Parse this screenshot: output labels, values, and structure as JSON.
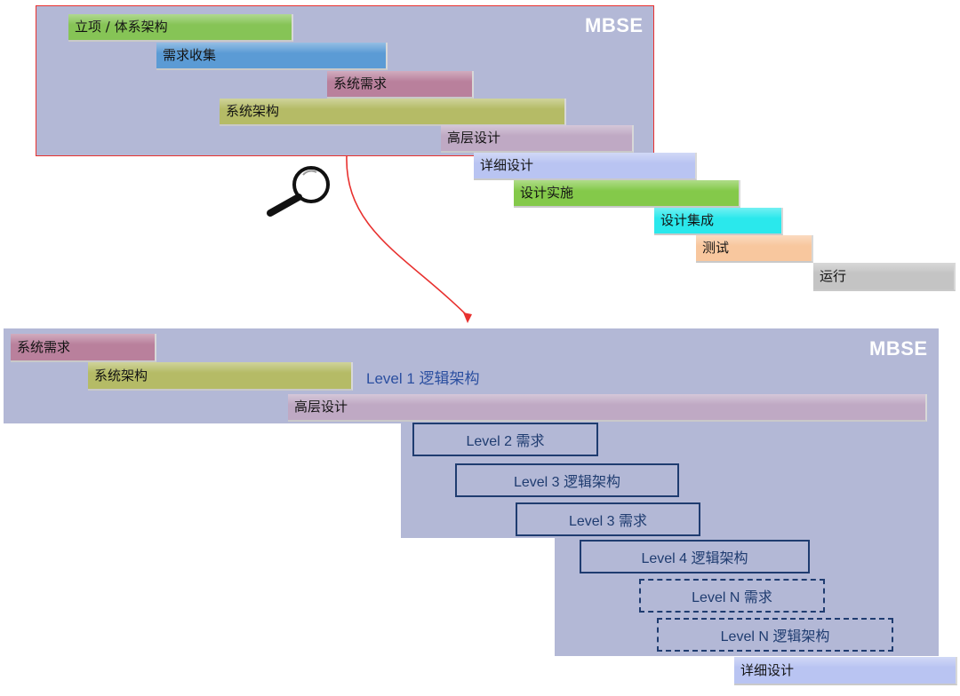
{
  "top_panel": {
    "mbse_label": "MBSE",
    "bars": [
      {
        "label": "立项 / 体系架构",
        "color": "#86c456"
      },
      {
        "label": "需求收集",
        "color": "#5b9bd5"
      },
      {
        "label": "系统需求",
        "color": "#b9809c"
      },
      {
        "label": "系统架构",
        "color": "#b5bb66"
      },
      {
        "label": "高层设计",
        "color": "#bfa9c4"
      },
      {
        "label": "详细设计",
        "color": "#b9c4f2"
      },
      {
        "label": "设计实施",
        "color": "#84c94a"
      },
      {
        "label": "设计集成",
        "color": "#2ae8ec"
      },
      {
        "label": "测试",
        "color": "#f8c79e"
      },
      {
        "label": "运行",
        "color": "#c4c4c4"
      }
    ]
  },
  "bottom_panel": {
    "mbse_label": "MBSE",
    "bars": [
      {
        "label": "系统需求",
        "color": "#b9809c"
      },
      {
        "label": "系统架构",
        "color": "#b5bb66"
      },
      {
        "label": "高层设计",
        "color": "#bfa9c4"
      },
      {
        "label": "详细设计",
        "color": "#b9c4f2"
      }
    ],
    "level1_label": "Level 1 逻辑架构",
    "levels": [
      {
        "label": "Level 2 需求"
      },
      {
        "label": "Level 3 逻辑架构"
      },
      {
        "label": "Level 3 需求"
      },
      {
        "label": "Level 4 逻辑架构"
      },
      {
        "label": "Level N 需求"
      },
      {
        "label": "Level N 逻辑架构"
      }
    ]
  },
  "colors": {
    "mbse_background": "#b3b8d6",
    "highlight_frame": "#e8312f",
    "level_box_border": "#1f3c70"
  },
  "icons": [
    "magnifier-icon",
    "zoom-arrow"
  ]
}
